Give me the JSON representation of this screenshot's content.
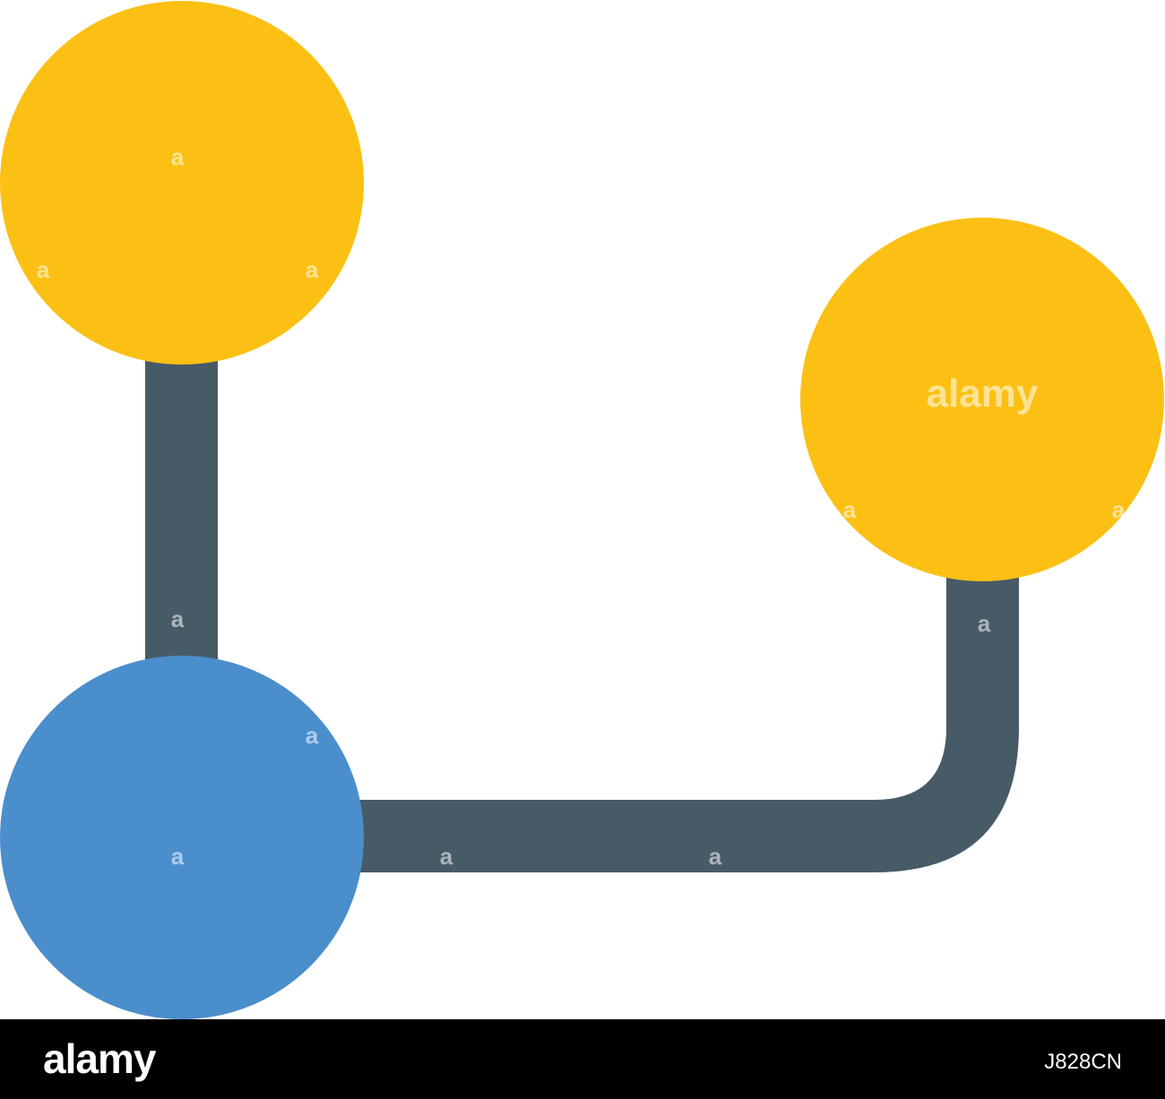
{
  "colors": {
    "node_top": "#FCC014",
    "node_right": "#FCC014",
    "node_root": "#4A8ECC",
    "connector": "#475B66",
    "footer_background": "#000000",
    "footer_text": "#FFFFFF"
  },
  "icons": [
    "branch-node-top-icon",
    "branch-node-right-icon",
    "branch-node-root-icon",
    "connector-line-icon"
  ],
  "watermark": {
    "text": "alamy",
    "small_mark": "a"
  },
  "footer": {
    "logo": "alamy",
    "image_code": "J828CN"
  }
}
